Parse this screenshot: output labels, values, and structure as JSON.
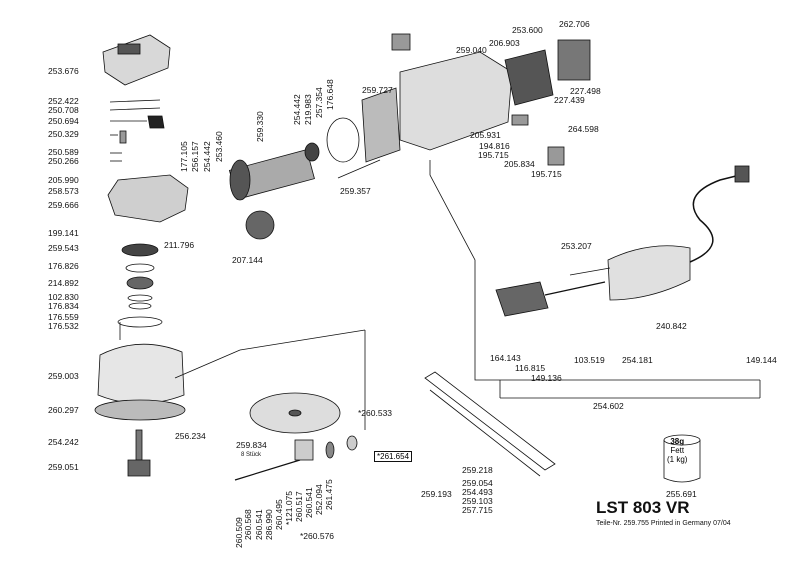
{
  "model": "LST 803 VR",
  "parts_no": "Teile-Nr. 259.755 Printed in Germany 07/04",
  "grease": {
    "amount": "38g",
    "type": "Fett",
    "qty": "(1 kg)",
    "part": "255.691"
  },
  "boxed_part": "*261.654",
  "stueck": "8 Stück",
  "labels": [
    "253.676",
    "252.422",
    "250.708",
    "250.694",
    "250.329",
    "250.589",
    "250.266",
    "205.990",
    "258.573",
    "259.666",
    "199.141",
    "259.543",
    "176.826",
    "214.892",
    "102.830",
    "176.834",
    "176.559",
    "176.532",
    "259.003",
    "260.297",
    "254.242",
    "259.051",
    "256.234",
    "211.796",
    "207.144",
    "259.357",
    "259.727",
    "259.040",
    "253.600",
    "262.706",
    "206.903",
    "227.498",
    "227.439",
    "264.598",
    "205.931",
    "194.816",
    "195.715",
    "205.834",
    "195.715",
    "253.207",
    "240.842",
    "164.143",
    "116.815",
    "149.136",
    "103.519",
    "254.181",
    "149.144",
    "254.602",
    "*260.533",
    "259.834",
    "259.218",
    "259.054",
    "254.493",
    "259.103",
    "257.715",
    "259.193",
    "260.509",
    "*260.576"
  ],
  "vlabels": [
    "177.105",
    "256.157",
    "254.442",
    "253.460",
    "259.330",
    "254.442",
    "219.983",
    "257.354",
    "176.648",
    "260.568",
    "260.541",
    "286.990",
    "260.495",
    "*121.075",
    "260.517",
    "260.541",
    "252.094",
    "261.475"
  ]
}
